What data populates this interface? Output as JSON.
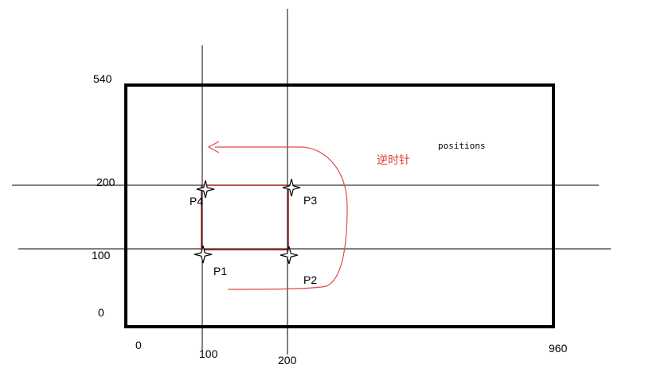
{
  "diagram": {
    "axis_labels": {
      "y_top": "540",
      "y_200": "200",
      "y_100": "100",
      "y_0": "0",
      "x_0": "0",
      "x_100": "100",
      "x_200": "200",
      "x_960": "960"
    },
    "points": {
      "p1": "P1",
      "p2": "P2",
      "p3": "P3",
      "p4": "P4"
    },
    "annotation": {
      "direction_text": "逆时针",
      "direction_color": "#e23b3b",
      "positions_label": "positions"
    },
    "colors": {
      "frame": "#000000",
      "guide_lines": "#000000",
      "quad": "#9a1a1a",
      "arrow": "#e04848"
    }
  }
}
